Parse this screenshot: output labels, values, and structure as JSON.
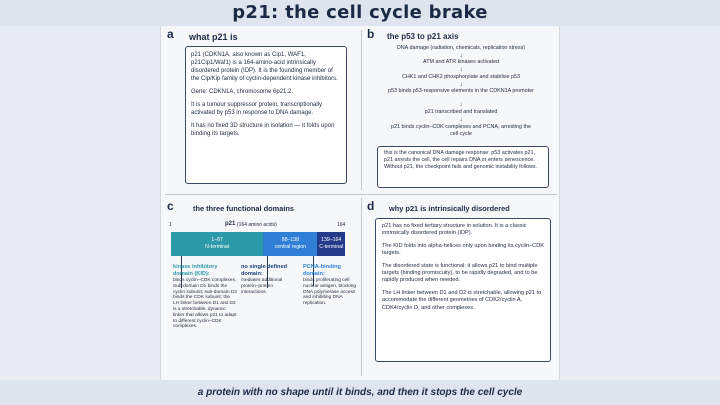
{
  "title": "p21: the cell cycle brake",
  "panel_a": {
    "letter": "a",
    "heading": "what p21 is",
    "paragraphs": [
      "p21 (CDKN1A, also known as Cip1, WAF1, p21Cip1/Waf1) is a 164-amino-acid intrinsically disordered protein (IDP). It is the founding member of the Cip/Kip family of cyclin-dependent kinase inhibitors.",
      "Gene: CDKN1A, chromosome 6p21.2.",
      "It is a tumour suppressor protein, transcriptionally activated by p53 in response to DNA damage.",
      "It has no fixed 3D structure in isolation — it folds upon binding its targets."
    ]
  },
  "panel_b": {
    "letter": "b",
    "heading": "the p53 to p21 axis",
    "steps": [
      "DNA damage (radiation, chemicals, replication stress)",
      "ATM and ATR kinases activated",
      "CHK1 and CHK2 phosphorylate and stabilise p53",
      "p53 binds p53-responsive elements in the CDKN1A promoter",
      "p21 transcribed and translated",
      "p21 binds cyclin–CDK complexes and PCNA, arresting the cell cycle"
    ],
    "summary": "this is the canonical DNA damage response: p53 activates p21, p21 arrests the cell, the cell repairs DNA or enters senescence. Without p21, the checkpoint fails and genomic instability follows."
  },
  "panel_c": {
    "letter": "c",
    "heading": "the three functional domains",
    "axis_start": "1",
    "axis_end": "164",
    "axis_label": "p21",
    "axis_sublabel": "(164 amino acids)",
    "domains": [
      {
        "range": "1–87",
        "name": "N-terminal",
        "color": "#2c9aa8",
        "start": 1,
        "end": 87
      },
      {
        "range": "88–138",
        "name": "central region",
        "color": "#2f7fd6",
        "start": 88,
        "end": 138
      },
      {
        "range": "139–164",
        "name": "C-terminal",
        "color": "#243a8a",
        "start": 139,
        "end": 164
      }
    ],
    "annotations": [
      {
        "title": "kinase inhibitory domain (KID):",
        "title_color": "#2c9aa8",
        "body": "binds cyclin–CDK complexes. Sub-domain D1 binds the cyclin subunit; sub-domain D2 binds the CDK subunit; the LH linker between D1 and D2 is a stretchable, dynamic linker that allows p21 to adapt to different cyclin–CDK complexes."
      },
      {
        "title": "no single defined domain:",
        "title_color": "#1d3f7a",
        "body": "mediates additional protein–protein interactions."
      },
      {
        "title": "PCNA-binding domain:",
        "title_color": "#2f7fd6",
        "body": "binds proliferating cell nuclear antigen, blocking DNA polymerase access and inhibiting DNA replication."
      }
    ]
  },
  "panel_d": {
    "letter": "d",
    "heading": "why p21 is intrinsically disordered",
    "paragraphs": [
      "p21 has no fixed tertiary structure in solution. It is a classic intrinsically disordered protein (IDP).",
      "The KID folds into alpha-helices only upon binding its cyclin–CDK targets.",
      "The disordered state is functional: it allows p21 to bind multiple targets (binding promiscuity), to be rapidly degraded, and to be rapidly produced when needed.",
      "The LH linker between D1 and D2 is stretchable, allowing p21 to accommodate the different geometries of CDK2/cyclin A, CDK4/cyclin D, and other complexes."
    ]
  },
  "footer": "a protein with no shape until it binds, and then it stops the cell cycle",
  "colors": {
    "title": "#1b2a44",
    "kid": "#2c9aa8",
    "central": "#2f7fd6",
    "cterm": "#243a8a"
  }
}
